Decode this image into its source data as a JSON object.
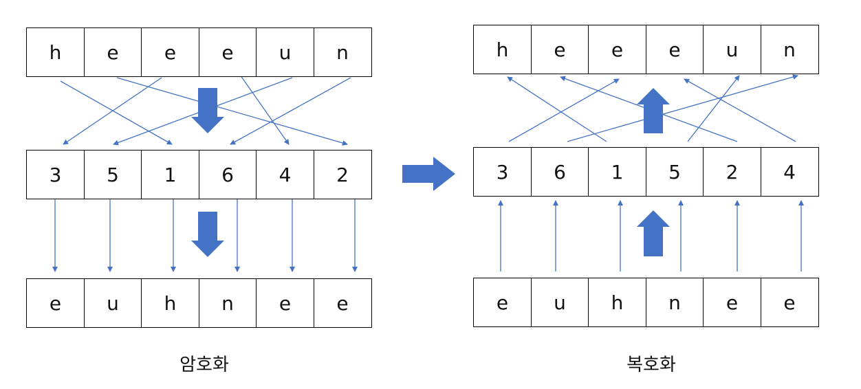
{
  "encryption": {
    "plaintext": [
      "h",
      "e",
      "e",
      "e",
      "u",
      "n"
    ],
    "key": [
      "3",
      "5",
      "1",
      "6",
      "4",
      "2"
    ],
    "ciphertext": [
      "e",
      "u",
      "h",
      "n",
      "e",
      "e"
    ],
    "caption": "암호화"
  },
  "decryption": {
    "plaintext": [
      "h",
      "e",
      "e",
      "e",
      "u",
      "n"
    ],
    "key": [
      "3",
      "6",
      "1",
      "5",
      "2",
      "4"
    ],
    "ciphertext": [
      "e",
      "u",
      "h",
      "n",
      "e",
      "e"
    ],
    "caption": "복호화"
  },
  "colors": {
    "arrow": "#4472C4",
    "thin_arrow": "#5B7FC7"
  }
}
